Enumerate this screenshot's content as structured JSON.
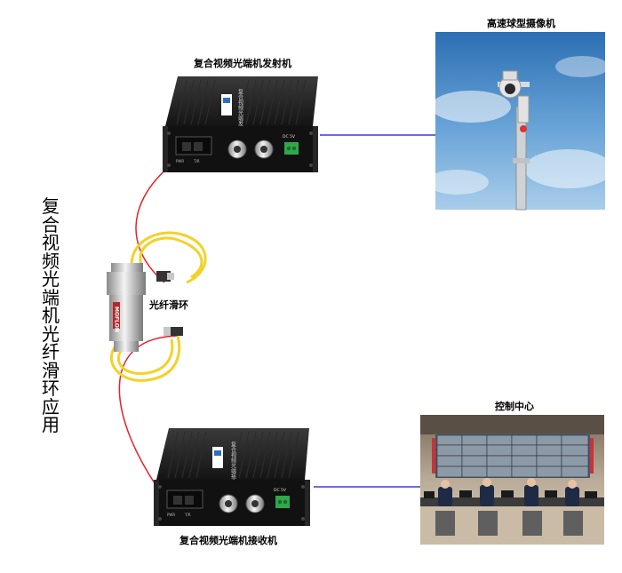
{
  "title_vertical": "复合视频光端机光纤滑环应用",
  "labels": {
    "transmitter": "复合视频光端机发射机",
    "camera": "高速球型摄像机",
    "slip_ring": "光纤滑环",
    "control_center": "控制中心",
    "receiver": "复合视频光端机接收机"
  },
  "device": {
    "brand_text": "MOFLON",
    "side_text_tx": "复合视频光端发射机",
    "side_text_rx": "复合视频光端接收机",
    "dc_label": "DC 5V",
    "port_labels": [
      "PWR",
      "T/R"
    ]
  },
  "colors": {
    "fiber_red": "#e8202a",
    "coax_blue": "#3a3ad8",
    "fiber_yellow": "#f2d22a",
    "device_black": "#1c1c1c",
    "connector_green": "#2fa84a"
  }
}
